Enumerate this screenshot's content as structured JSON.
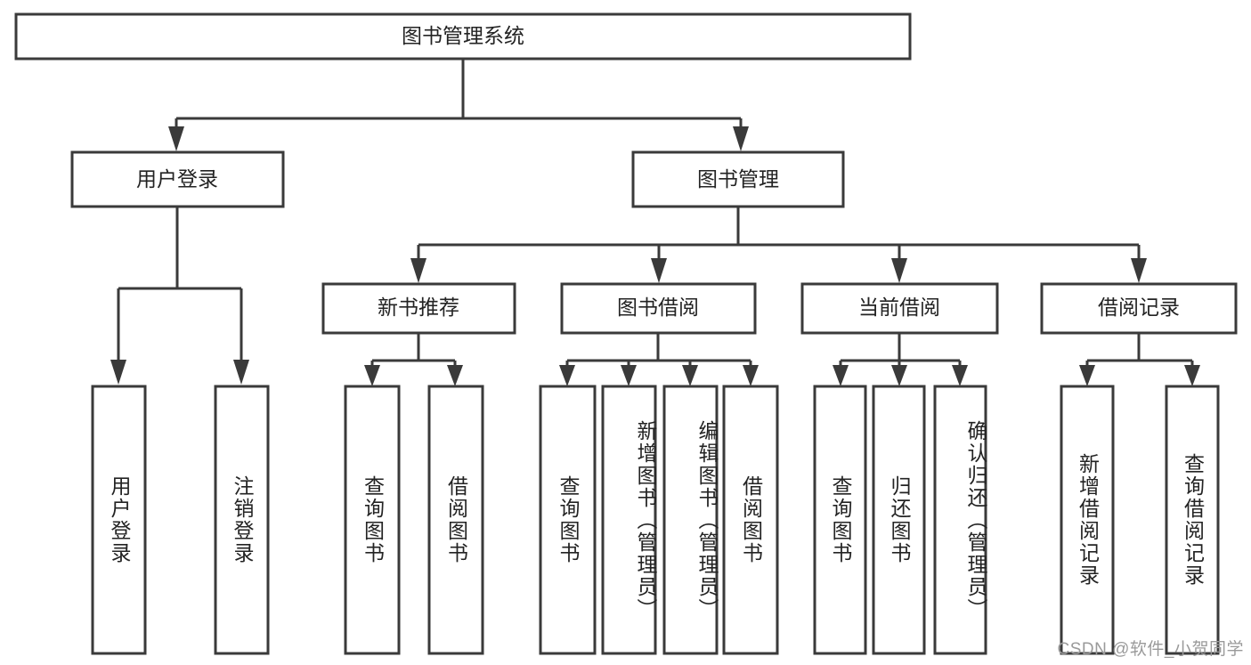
{
  "diagram": {
    "title": "图书管理系统",
    "type": "tree",
    "colors": {
      "box_stroke": "#3a3a3a",
      "box_fill": "#ffffff",
      "text": "#232323",
      "background": "#ffffff",
      "watermark": "#9a9a9a"
    },
    "root": {
      "label": "图书管理系统"
    },
    "level2": [
      {
        "label": "用户登录"
      },
      {
        "label": "图书管理"
      }
    ],
    "level3": [
      {
        "label": "新书推荐"
      },
      {
        "label": "图书借阅"
      },
      {
        "label": "当前借阅"
      },
      {
        "label": "借阅记录"
      }
    ],
    "leaves": {
      "user_login": [
        {
          "label": "用户登录"
        },
        {
          "label": "注销登录"
        }
      ],
      "new_book_recommend": [
        {
          "label": "查询图书"
        },
        {
          "label": "借阅图书"
        }
      ],
      "book_borrow": [
        {
          "label": "查询图书"
        },
        {
          "label": "新增图书（管理员）"
        },
        {
          "label": "编辑图书（管理员）"
        },
        {
          "label": "借阅图书"
        }
      ],
      "current_borrow": [
        {
          "label": "查询图书"
        },
        {
          "label": "归还图书"
        },
        {
          "label": "确认归还（管理员）"
        }
      ],
      "borrow_record": [
        {
          "label": "新增借阅记录"
        },
        {
          "label": "查询借阅记录"
        }
      ]
    }
  },
  "watermark": {
    "text": "CSDN @软件_小贺同学"
  }
}
